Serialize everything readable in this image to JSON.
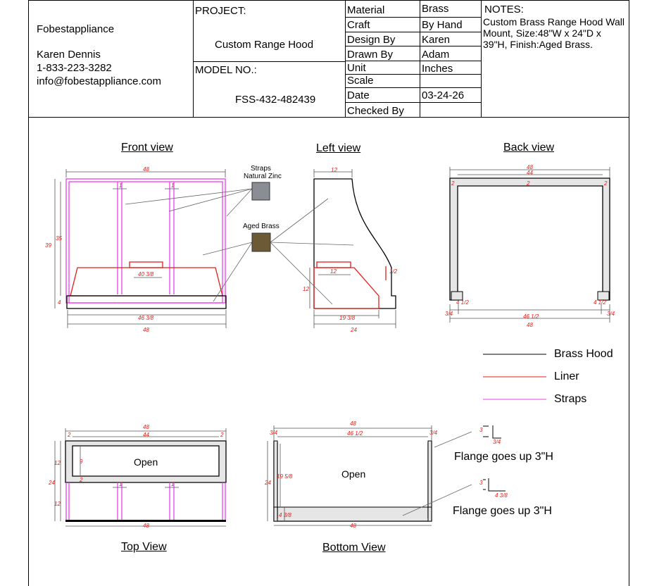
{
  "company": {
    "name": "Fobestappliance",
    "contact": "Karen Dennis",
    "phone": "1-833-223-3282",
    "email": "info@fobestappliance.com"
  },
  "project": {
    "label": "PROJECT:",
    "value": "Custom Range Hood"
  },
  "model": {
    "label": "MODEL NO.:",
    "value": "FSS-432-482439"
  },
  "specs": [
    {
      "label": "Material",
      "value": "Brass"
    },
    {
      "label": "Craft",
      "value": "By Hand"
    },
    {
      "label": "Design By",
      "value": "Karen"
    },
    {
      "label": "Drawn By",
      "value": "Adam"
    },
    {
      "label": "Unit",
      "value": "Inches"
    },
    {
      "label": "Scale",
      "value": ""
    },
    {
      "label": "Date",
      "value": "03-24-26"
    },
    {
      "label": "Checked By",
      "value": ""
    }
  ],
  "notes": {
    "label": "NOTES:",
    "text": "Custom Brass Range Hood Wall Mount, Size:48\"W x 24\"D x 39\"H, Finish:Aged Brass."
  },
  "views": {
    "front": "Front view",
    "left": "Left view",
    "back": "Back view",
    "top": "Top View",
    "bottom": "Bottom View"
  },
  "swatches": {
    "zinc": {
      "label_line1": "Straps",
      "label_line2": "Natural Zinc",
      "color": "#8a8d93"
    },
    "brass": {
      "label": "Aged Brass",
      "color": "#6b5a35"
    }
  },
  "legend": [
    {
      "label": "Brass Hood",
      "color": "#000000"
    },
    {
      "label": "Liner",
      "color": "#e0201b"
    },
    {
      "label": "Straps",
      "color": "#ee3ff0"
    }
  ],
  "open_labels": {
    "top": "Open",
    "bottom": "Open"
  },
  "flange_notes": [
    "Flange goes up 3\"H",
    "Flange goes up 3\"H"
  ],
  "dims": {
    "front": {
      "top": "48",
      "bottom": "48",
      "liner_bottom": "46 3/8",
      "liner_top": "40 3/8",
      "height": "39",
      "strap_height": "35",
      "front_band": "4",
      "strap_w1": "1",
      "strap_w2": "1"
    },
    "left": {
      "top": "12",
      "liner_top": "12",
      "liner_bottom": "19 3/8",
      "bottom": "24",
      "liner_h": "12",
      "flange": "1/2"
    },
    "back": {
      "outer": "48",
      "inner": "44",
      "left_wall": "2",
      "right_wall": "2",
      "center": "2",
      "foot_l": "4 1/2",
      "foot_r": "4 1/2",
      "span": "46 1/2",
      "bottom": "48",
      "edge_l": "3/4",
      "edge_r": "3/4"
    },
    "top": {
      "outer": "48",
      "inner": "44",
      "side_l": "2",
      "side_r": "2",
      "open_depth": "9",
      "front_band": "2",
      "depth_front": "12",
      "depth_total": "24",
      "depth_back": "12",
      "strap1": "1",
      "strap2": "1",
      "bottom": "48"
    },
    "bottom": {
      "outer": "48",
      "inner": "46 1/2",
      "edge_l": "3/4",
      "edge_r": "3/4",
      "depth": "24",
      "open_depth": "19 5/8",
      "band": "4 3/8",
      "bottom": "48",
      "fl1_a": "3",
      "fl1_b": "3/4",
      "fl2_a": "3",
      "fl2_b": "4 3/8"
    }
  }
}
